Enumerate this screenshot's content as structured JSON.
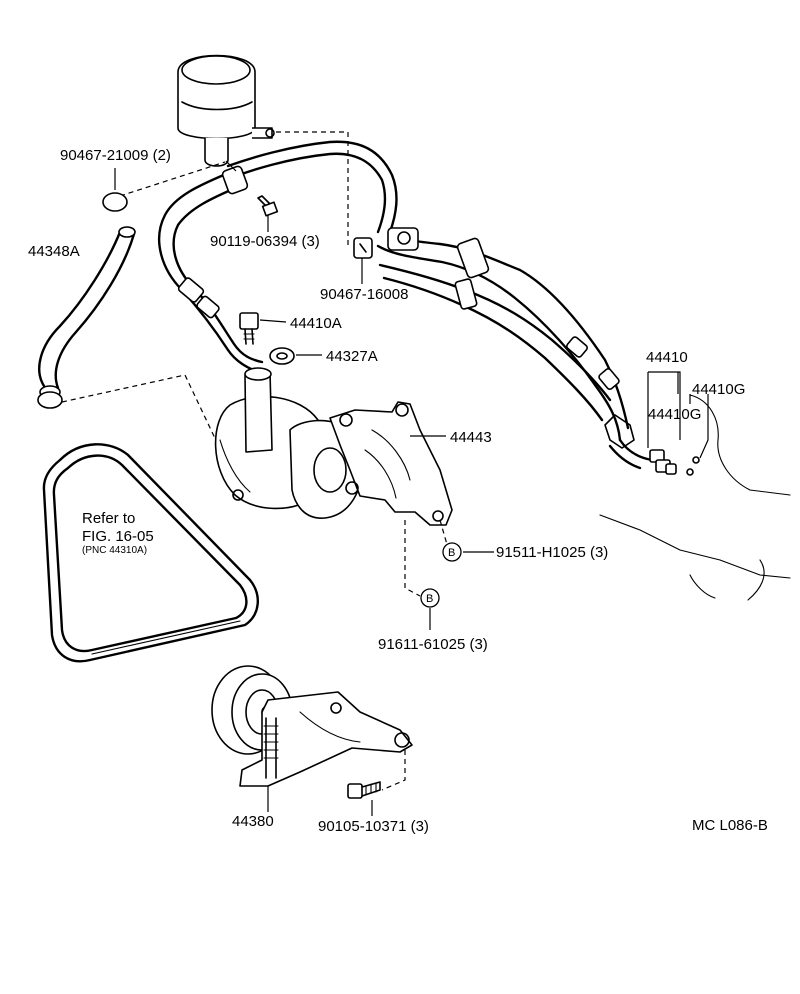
{
  "callouts": {
    "hose_clamp": "90467-21009 (2)",
    "inlet_hose": "44348A",
    "bolt_90119": "90119-06394 (3)",
    "clamp_16008": "90467-16008",
    "union_bolt": "44410A",
    "gasket": "44327A",
    "pressure_tube": "44410",
    "tube_g_upper": "44410G",
    "tube_g_lower": "44410G",
    "bracket": "44443",
    "bolt_91511": "91511-H1025 (3)",
    "bolt_91611": "91611-61025 (3)",
    "idler": "44380",
    "bolt_90105": "90105-10371 (3)"
  },
  "badges": {
    "b1": "B",
    "b2": "B"
  },
  "belt_note": {
    "line1": "Refer to",
    "line2": "FIG. 16-05",
    "line3": "(PNC 44310A)"
  },
  "figure_code": "MC L086-B"
}
